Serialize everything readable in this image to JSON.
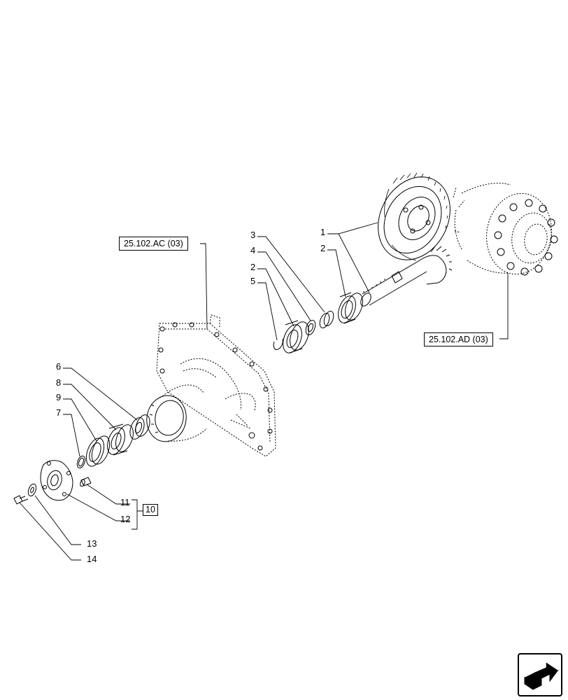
{
  "refs": {
    "ref_ac": "25.102.AC (03)",
    "ref_ad": "25.102.AD (03)"
  },
  "callouts": {
    "c1": "1",
    "c2a": "2",
    "c2b": "2",
    "c3": "3",
    "c4": "4",
    "c5": "5",
    "c6": "6",
    "c7": "7",
    "c8": "8",
    "c9": "9",
    "c10": "10",
    "c11": "11",
    "c12": "12",
    "c13": "13",
    "c14": "14"
  },
  "icons": {
    "nav": "next-page-arrow-icon"
  }
}
